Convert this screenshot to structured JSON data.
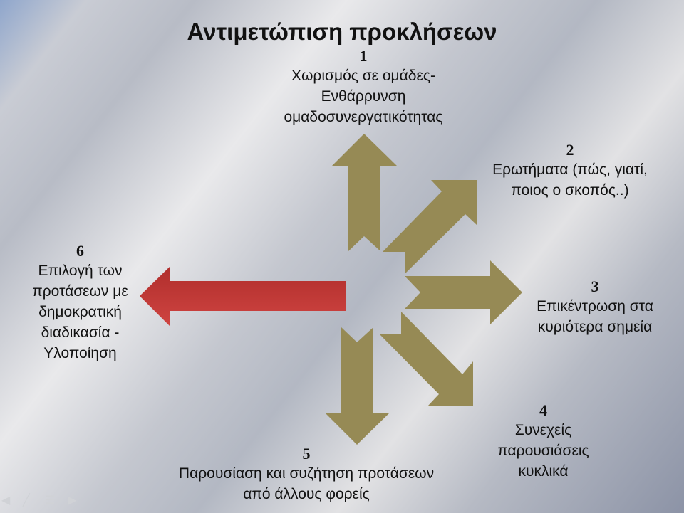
{
  "title": "Αντιμετώπιση προκλήσεων",
  "colors": {
    "arrow": "#968a55",
    "highlight_arrow": "#c43a38"
  },
  "items": [
    {
      "num": "1",
      "text": "Χωρισμός σε ομάδες- Ενθάρρυνση ομαδοσυνεργατικότητας"
    },
    {
      "num": "2",
      "text": "Ερωτήματα (πώς, γιατί, ποιος ο σκοπός..)"
    },
    {
      "num": "3",
      "text": "Επικέντρωση στα κυριότερα σημεία"
    },
    {
      "num": "4",
      "text": "Συνεχείς παρουσιάσεις κυκλικά"
    },
    {
      "num": "5",
      "text": "Παρουσίαση και συζήτηση προτάσεων από άλλους φορείς"
    },
    {
      "num": "6",
      "text": "Επιλογή των προτάσεων με δημοκρατική διαδικασία - Υλοποίηση"
    }
  ],
  "controls": [
    "previous-icon",
    "pen-icon",
    "menu-icon",
    "next-icon"
  ]
}
